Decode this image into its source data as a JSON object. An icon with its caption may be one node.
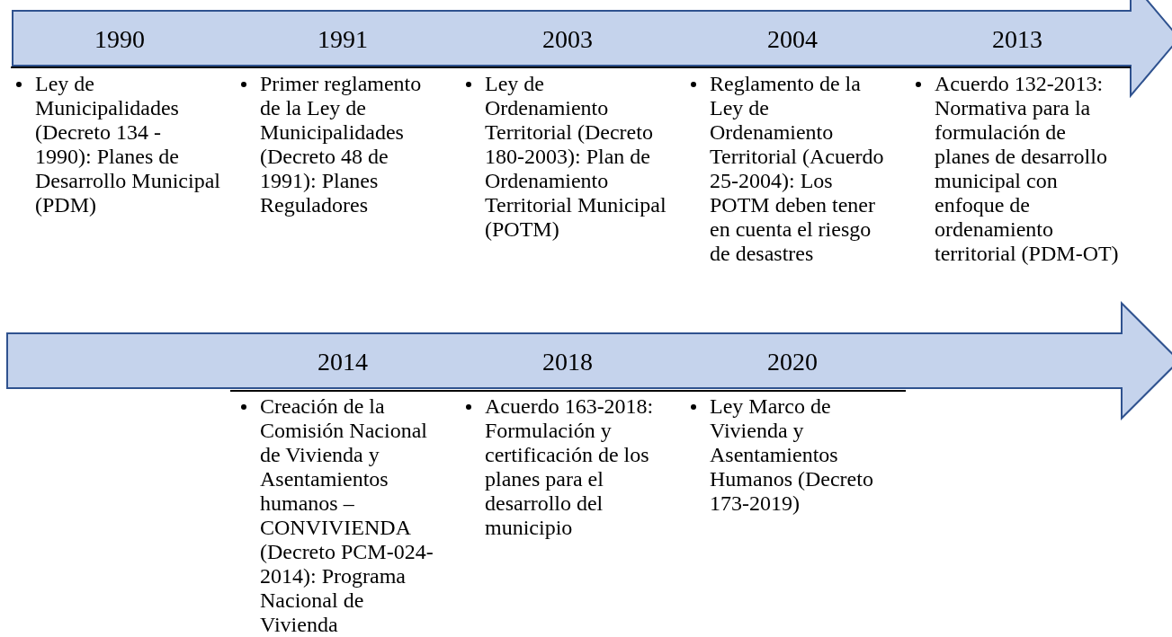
{
  "diagram": {
    "nodes": [
      {
        "text": [
          "1990",
          "1991",
          "2003",
          "2004",
          "2013"
        ]
      },
      {
        "text": [
          "2014",
          "2018",
          "2020"
        ]
      }
    ],
    "labels": [
      "Ley de Municipalidades (Decreto 134 - 1990): Planes de Desarrollo Municipal (PDM)",
      "Primer reglamento de la Ley de Municipalidades (Decreto 48 de 1991): Planes Reguladores",
      "Ley de Ordenamiento Territorial (Decreto 180-2003): Plan de Ordenamiento Territorial Municipal (POTM)",
      "Reglamento de la Ley de Ordenamiento Territorial (Acuerdo 25-2004): Los POTM deben tener en cuenta el riesgo de desastres",
      "Acuerdo 132-2013: Normativa para la formulación de planes de desarrollo municipal con enfoque de ordenamiento territorial (PDM-OT)",
      "Creación de la Comisión Nacional de Vivienda y Asentamientos humanos – CONVIVIENDA (Decreto PCM-024-2014): Programa Nacional de Vivienda",
      "Acuerdo 163-2018: Formulación y certificación de los planes para el desarrollo del municipio",
      "Ley Marco de Vivienda y Asentamientos Humanos (Decreto 173-2019)"
    ]
  }
}
